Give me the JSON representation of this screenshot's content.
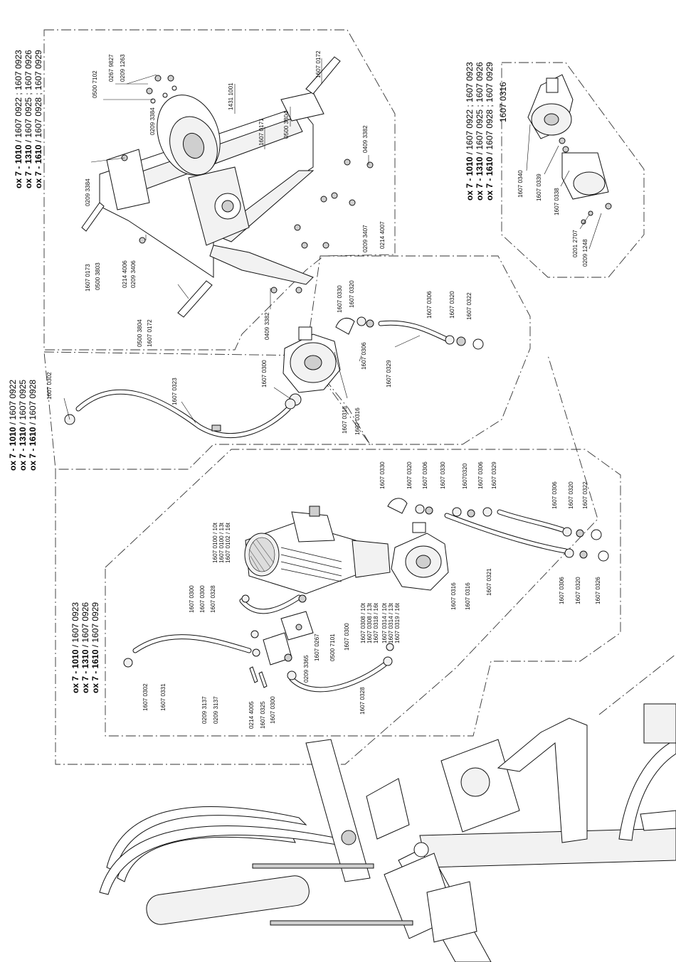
{
  "model_blocks": {
    "frame": {
      "lines": [
        {
          "bold": "ox 7 - 1010",
          "rest": " / 1607 0922 ; 1607 0923"
        },
        {
          "bold": "ox 7 - 1310",
          "rest": " / 1607 0925 ; 1607 0926"
        },
        {
          "bold": "ox 7 - 1610",
          "rest": " / 1607 0928 ; 1607 0929"
        }
      ]
    },
    "gearbox": {
      "lines": [
        {
          "bold": "ox 7 - 1010",
          "rest": " / 1607 0922 ; 1607 0923"
        },
        {
          "bold": "ox 7 - 1310",
          "rest": " / 1607 0925 ; 1607 0926"
        },
        {
          "bold": "ox 7 - 1610",
          "rest": " / 1607 0928 ; 1607 0929"
        }
      ],
      "sub": "1607 0316"
    },
    "pto_hose": {
      "lines": [
        {
          "bold": "ox 7 - 1010",
          "rest": " / 1607 0922"
        },
        {
          "bold": "ox 7 - 1310",
          "rest": " / 1607 0925"
        },
        {
          "bold": "ox 7 - 1610",
          "rest": " / 1607 0928"
        }
      ]
    },
    "electric": {
      "lines": [
        {
          "bold": "ox 7 - 1010",
          "rest": " / 1607 0923"
        },
        {
          "bold": "ox 7 - 1310",
          "rest": " / 1607 0926"
        },
        {
          "bold": "ox 7 - 1610",
          "rest": " / 1607 0929"
        }
      ]
    }
  },
  "part_labels": {
    "frame": [
      "0500 7102",
      "0267 9827",
      "0209 1263",
      "1431 1001",
      "0500 3804",
      "1607 0172",
      "1607 0171",
      "0209 3384",
      "0409 3382",
      "0209 3384",
      "0209 3407",
      "0214 4007",
      "1607 0173",
      "0500 3803",
      "0214 4006",
      "0209 3406",
      "0500 3804",
      "1607 0172",
      "0409 3382"
    ],
    "gearbox": [
      "1607 0340",
      "1607 0339",
      "1607 0338",
      "0201 2707",
      "0209 1248"
    ],
    "pump_group": [
      "1607 0330",
      "1607 0320",
      "1607 0306",
      "1607 0306",
      "1607 0320",
      "1607 0322",
      "1607 0329",
      "1607 0300",
      "1607 0316",
      "1607 0316"
    ],
    "pto_hose": [
      "1607 0302",
      "1607 0323"
    ],
    "electric": [
      "1607 0330",
      "1607 0320",
      "1607 0306",
      "1607 0330",
      "16070320",
      "1607 0306",
      "1607 0329",
      "1607 0306",
      "1607 0320",
      "1607 0322",
      "1607 0306",
      "1607 0320",
      "1607 0326",
      "1607 0321",
      "1607 0316",
      "1607 0316",
      "1607 0100 / 10t",
      "1607 0100 / 13t",
      "1607 0102 / 16t",
      "1607 0314 / 10t",
      "1607 0314 / 13t",
      "1607 0319 / 16t",
      "1607 0308 / 10t",
      "1607 0308 / 13t",
      "1607 0318 / 16t",
      "1607 0300",
      "0500 7101",
      "1607 0267",
      "0209 3365",
      "1607 0328",
      "1607 0300",
      "1607 0300",
      "1607 0328",
      "0209 3137",
      "0209 3137",
      "0214 4005",
      "1607 0325",
      "1607 0300",
      "1607 0302",
      "1607 0331"
    ]
  }
}
